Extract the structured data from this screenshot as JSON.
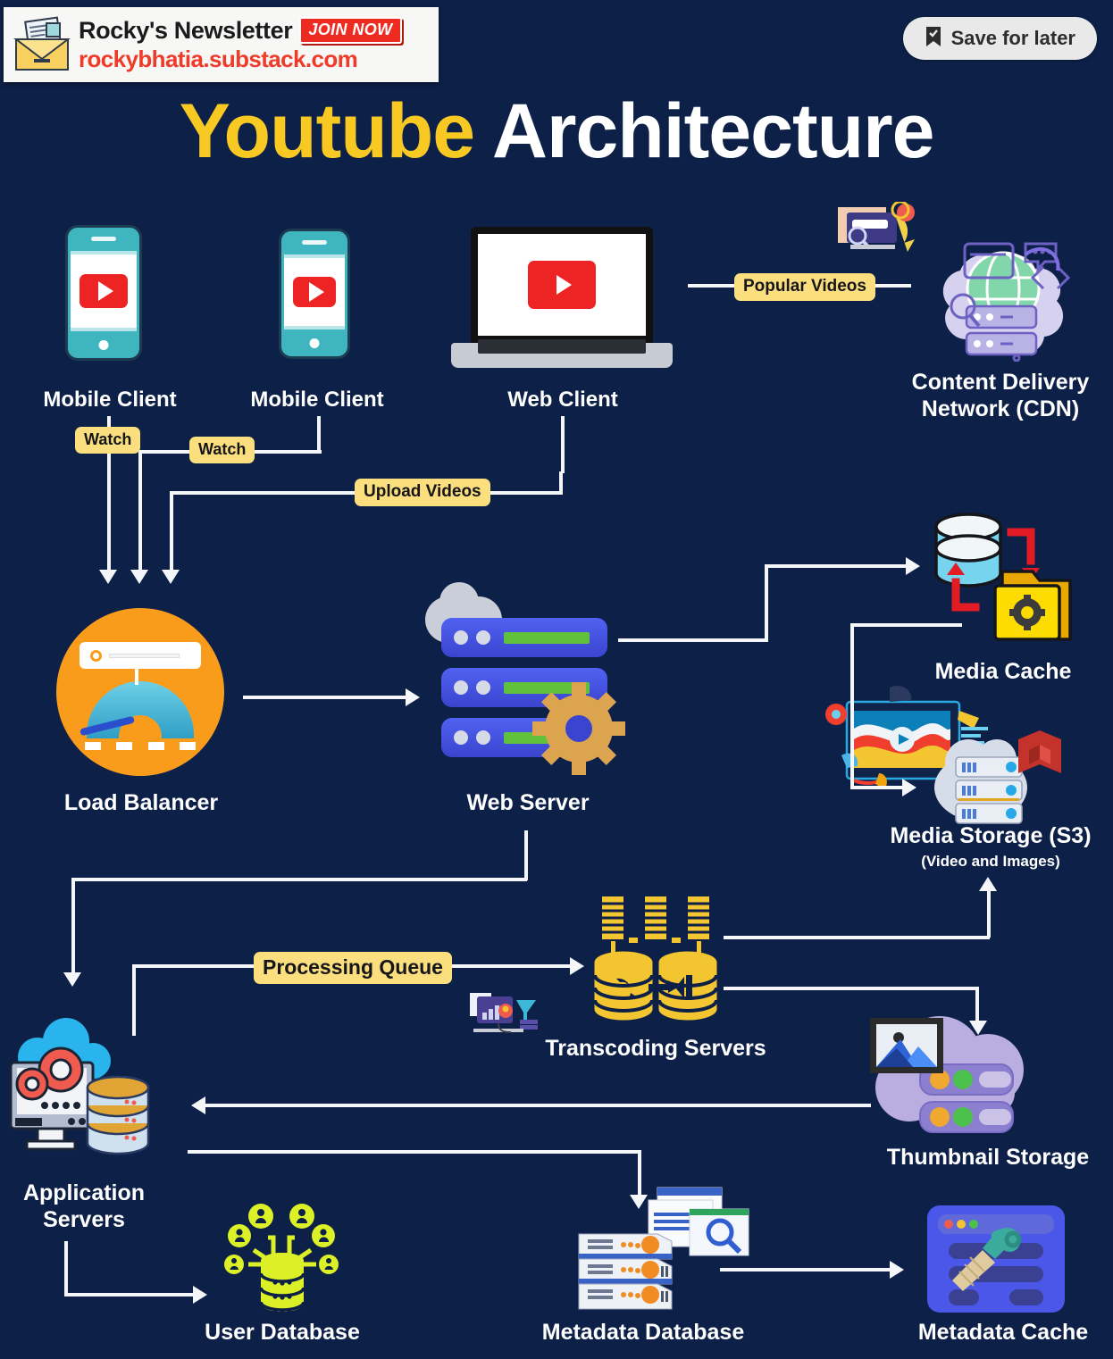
{
  "banner": {
    "title": "Rocky's Newsletter",
    "badge": "JOIN NOW",
    "url": "rockybhatia.substack.com",
    "icon": "newsletter-envelope-icon"
  },
  "save_button": {
    "label": "Save for later",
    "icon": "bookmark-check-icon"
  },
  "heading": {
    "highlight": "Youtube",
    "rest": " Architecture"
  },
  "colors": {
    "background": "#0d2048",
    "title_accent": "#f7c922",
    "title_plain": "#ffffff",
    "edge_label_bg": "#fbdf7e",
    "edge_label_text": "#16161a",
    "connector": "#f4f6fa",
    "load_balancer": "#f99c1c",
    "web_server": "#4a57e8",
    "transcoding": "#f2c531",
    "user_db": "#dbf026",
    "thumbnail_cloud": "#b9aedf",
    "youtube_red": "#ed2324"
  },
  "nodes": [
    {
      "id": "mobile-client-1",
      "label": "Mobile Client",
      "icon": "smartphone-youtube-icon"
    },
    {
      "id": "mobile-client-2",
      "label": "Mobile Client",
      "icon": "smartphone-youtube-icon"
    },
    {
      "id": "web-client",
      "label": "Web Client",
      "icon": "laptop-youtube-icon"
    },
    {
      "id": "cdn",
      "label": "Content Delivery\nNetwork (CDN)",
      "icon": "cdn-globe-servers-icon"
    },
    {
      "id": "load-balancer",
      "label": "Load Balancer",
      "icon": "load-balancer-gauge-icon"
    },
    {
      "id": "web-server",
      "label": "Web Server",
      "icon": "server-racks-gear-icon"
    },
    {
      "id": "media-cache",
      "label": "Media Cache",
      "icon": "database-folder-gear-icon"
    },
    {
      "id": "media-storage",
      "label": "Media Storage (S3)",
      "sub": "(Video and Images)",
      "icon": "aws-s3-cloud-servers-icon"
    },
    {
      "id": "transcoding-servers",
      "label": "Transcoding Servers",
      "icon": "transcoding-database-icon"
    },
    {
      "id": "application-servers",
      "label": "Application\nServers",
      "icon": "cloud-monitor-gears-database-icon"
    },
    {
      "id": "thumbnail-storage",
      "label": "Thumbnail Storage",
      "icon": "image-cloud-servers-icon"
    },
    {
      "id": "user-database",
      "label": "User Database",
      "icon": "users-database-icon"
    },
    {
      "id": "metadata-database",
      "label": "Metadata Database",
      "icon": "server-documents-search-icon"
    },
    {
      "id": "metadata-cache",
      "label": "Metadata Cache",
      "icon": "window-brush-icon"
    }
  ],
  "edge_labels": [
    {
      "id": "popular-videos",
      "text": "Popular Videos",
      "from": "web-client",
      "to": "cdn"
    },
    {
      "id": "watch-1",
      "text": "Watch",
      "from": "mobile-client-1",
      "to": "load-balancer"
    },
    {
      "id": "watch-2",
      "text": "Watch",
      "from": "mobile-client-2",
      "to": "load-balancer"
    },
    {
      "id": "upload-videos",
      "text": "Upload Videos",
      "from": "web-client",
      "to": "load-balancer"
    },
    {
      "id": "processing-queue",
      "text": "Processing Queue",
      "from": "application-servers",
      "to": "transcoding-servers"
    }
  ],
  "edges": [
    {
      "from": "load-balancer",
      "to": "web-server"
    },
    {
      "from": "web-server",
      "to": "media-cache"
    },
    {
      "from": "media-cache",
      "to": "media-storage"
    },
    {
      "from": "web-server",
      "to": "application-servers"
    },
    {
      "from": "transcoding-servers",
      "to": "media-storage"
    },
    {
      "from": "transcoding-servers",
      "to": "thumbnail-storage"
    },
    {
      "from": "thumbnail-storage",
      "to": "application-servers"
    },
    {
      "from": "application-servers",
      "to": "user-database"
    },
    {
      "from": "application-servers",
      "to": "metadata-database"
    },
    {
      "from": "metadata-database",
      "to": "metadata-cache"
    }
  ]
}
